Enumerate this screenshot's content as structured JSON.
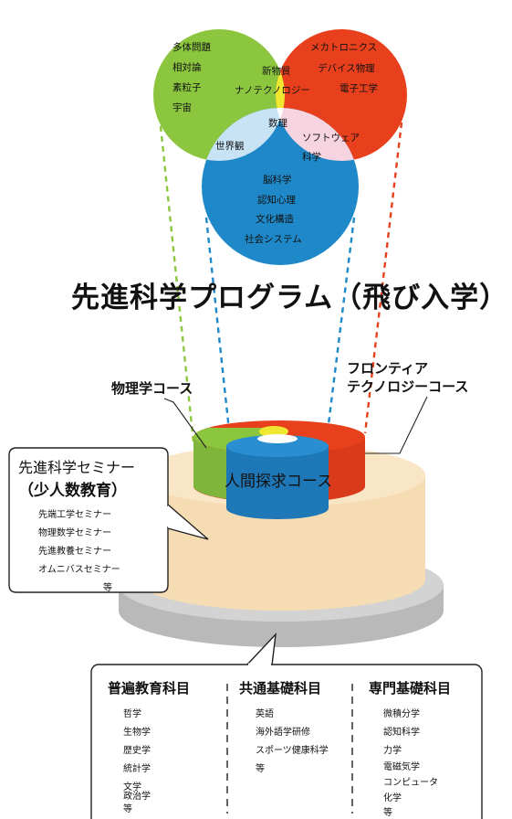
{
  "venn": {
    "left_items": [
      "多体問題",
      "相対論",
      "素粒子",
      "宇宙"
    ],
    "right_items": [
      "メカトロニクス",
      "デバイス物理",
      "電子工学"
    ],
    "bottom_items": [
      "脳科学",
      "認知心理",
      "文化構造",
      "社会システム"
    ],
    "top_overlap": [
      "新物質",
      "ナノテクノロジー"
    ],
    "left_overlap": "世界観",
    "right_overlap": [
      "ソフトウェア",
      "科学"
    ],
    "center": "数理"
  },
  "title": "先進科学プログラム（飛び入学）",
  "courses": {
    "physics": "物理学コース",
    "frontier": [
      "フロンティア",
      "テクノロジーコース"
    ],
    "human": "人間探求コース"
  },
  "seminar": {
    "title": "先進科学セミナー",
    "subtitle": "（少人数教育）",
    "items": [
      "先端工学セミナー",
      "物理数学セミナー",
      "先進教養セミナー",
      "オムニバスセミナー",
      "等"
    ]
  },
  "subjects": {
    "columns": [
      {
        "header": "普遍教育科目",
        "items": [
          "哲学",
          "生物学",
          "歴史学",
          "統計学",
          "文学",
          "政治学",
          "等"
        ]
      },
      {
        "header": "共通基礎科目",
        "items": [
          "英語",
          "海外語学研修",
          "スポーツ健康科学",
          "等"
        ]
      },
      {
        "header": "専門基礎科目",
        "items": [
          "微積分学",
          "認知科学",
          "力学",
          "電磁気学",
          "コンピュータ",
          "化学",
          "等"
        ]
      }
    ]
  },
  "colors": {
    "green": "#8cc63f",
    "red": "#e8401c",
    "blue": "#1e88c8",
    "yellow": "#f0e830",
    "light_blue": "#c7e3f4",
    "pink": "#f6d4e0",
    "cake": "#f6dcb2",
    "plate": "#c8c8c8"
  }
}
